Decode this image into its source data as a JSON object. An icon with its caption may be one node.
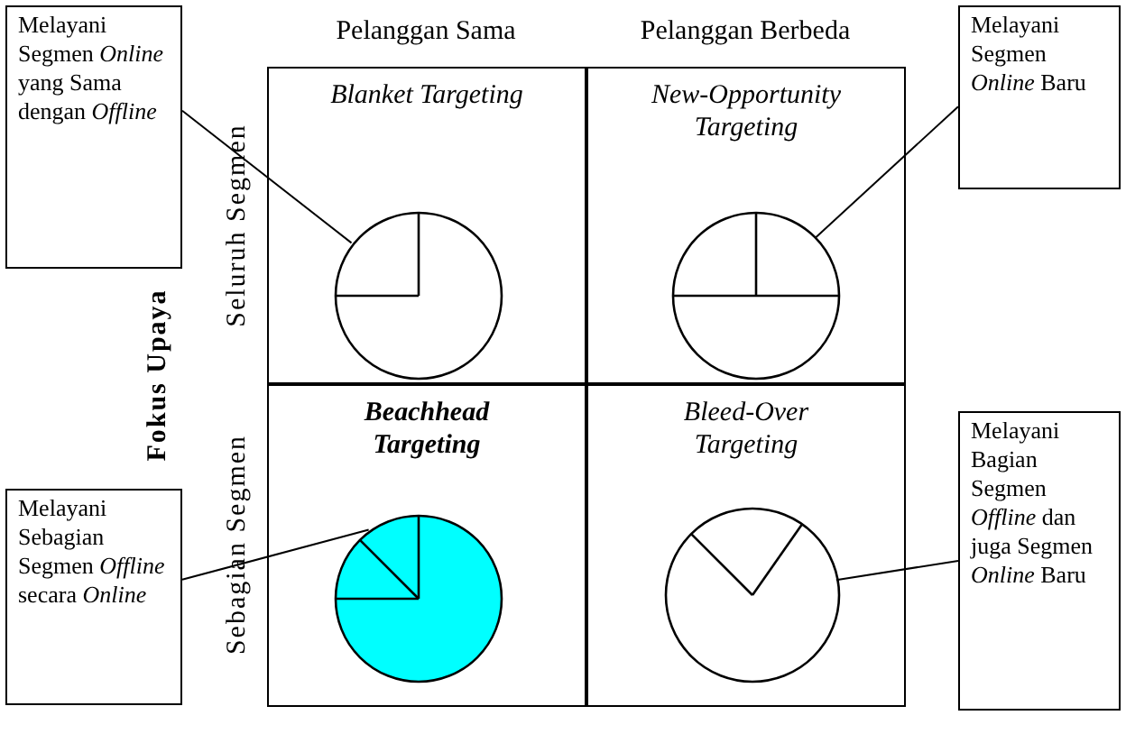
{
  "diagram": {
    "nodes": [
      {
        "text": [
          "Blanket Targeting"
        ]
      },
      {
        "text": [],
        "shape": "circle",
        "in": 0
      },
      {
        "text": [
          "New-Opportunity Targeting"
        ]
      },
      {
        "text": [],
        "shape": "circle",
        "in": 2
      },
      {
        "text": [
          "Beachhead Targeting"
        ]
      },
      {
        "text": [],
        "shape": "circle",
        "in": 4
      },
      {
        "text": [
          "Bleed-Over Targeting"
        ]
      },
      {
        "text": [],
        "shape": "circle",
        "in": 6
      },
      {
        "text": [
          "Melayani Segmen *Online* yang Sama dengan *Offline*"
        ]
      },
      {
        "text": [
          "Melayani Segmen *Online* Baru"
        ]
      },
      {
        "text": [
          "Melayani Sebagian Segmen *Offline* secara *Online*"
        ]
      },
      {
        "text": [
          "Melayani Bagian Segmen *Offline* dan juga Segmen *Online* Baru"
        ]
      }
    ],
    "edges": [
      {
        "from": 8,
        "to": 1,
        "arrow": "none"
      },
      {
        "from": 9,
        "to": 3,
        "arrow": "none"
      },
      {
        "from": 10,
        "to": 5,
        "arrow": "none"
      },
      {
        "from": 11,
        "to": 7,
        "arrow": "none"
      }
    ],
    "labels": [
      "Pelanggan Sama",
      "Pelanggan Berbeda",
      "Seluruh Segmen",
      "Fokus Upaya",
      "Sebagian Segmen"
    ]
  }
}
